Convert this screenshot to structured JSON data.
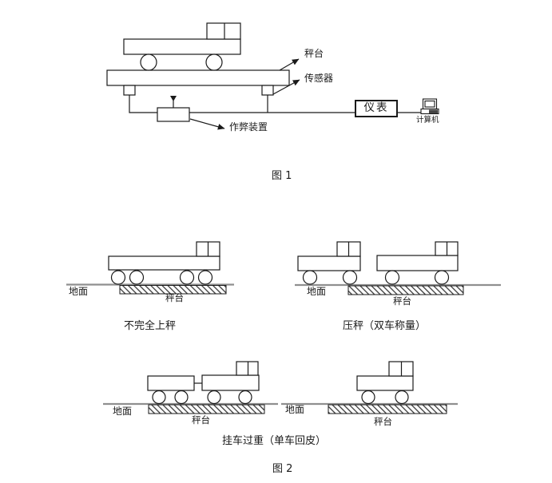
{
  "figure1": {
    "caption": "图 1",
    "labels": {
      "platform": "秤台",
      "sensor": "传感器",
      "cheat_device": "作弊装置",
      "meter": "仪表",
      "computer": "计算机"
    },
    "icons": {
      "computer": "computer-icon"
    }
  },
  "figure2": {
    "caption": "图 2",
    "scenes": [
      {
        "ground": "地面",
        "platform": "秤台",
        "caption": "不完全上秤"
      },
      {
        "ground": "地面",
        "platform": "秤台",
        "caption": "压秤（双车称量）"
      },
      {
        "ground": "地面",
        "platform": "秤台"
      },
      {
        "ground": "地面",
        "platform": "秤台"
      }
    ],
    "pair_caption": "挂车过重（单车回皮）"
  },
  "colors": {
    "line": "#1a1a1a",
    "ground_line": "#8f8f8f",
    "background": "#ffffff"
  }
}
